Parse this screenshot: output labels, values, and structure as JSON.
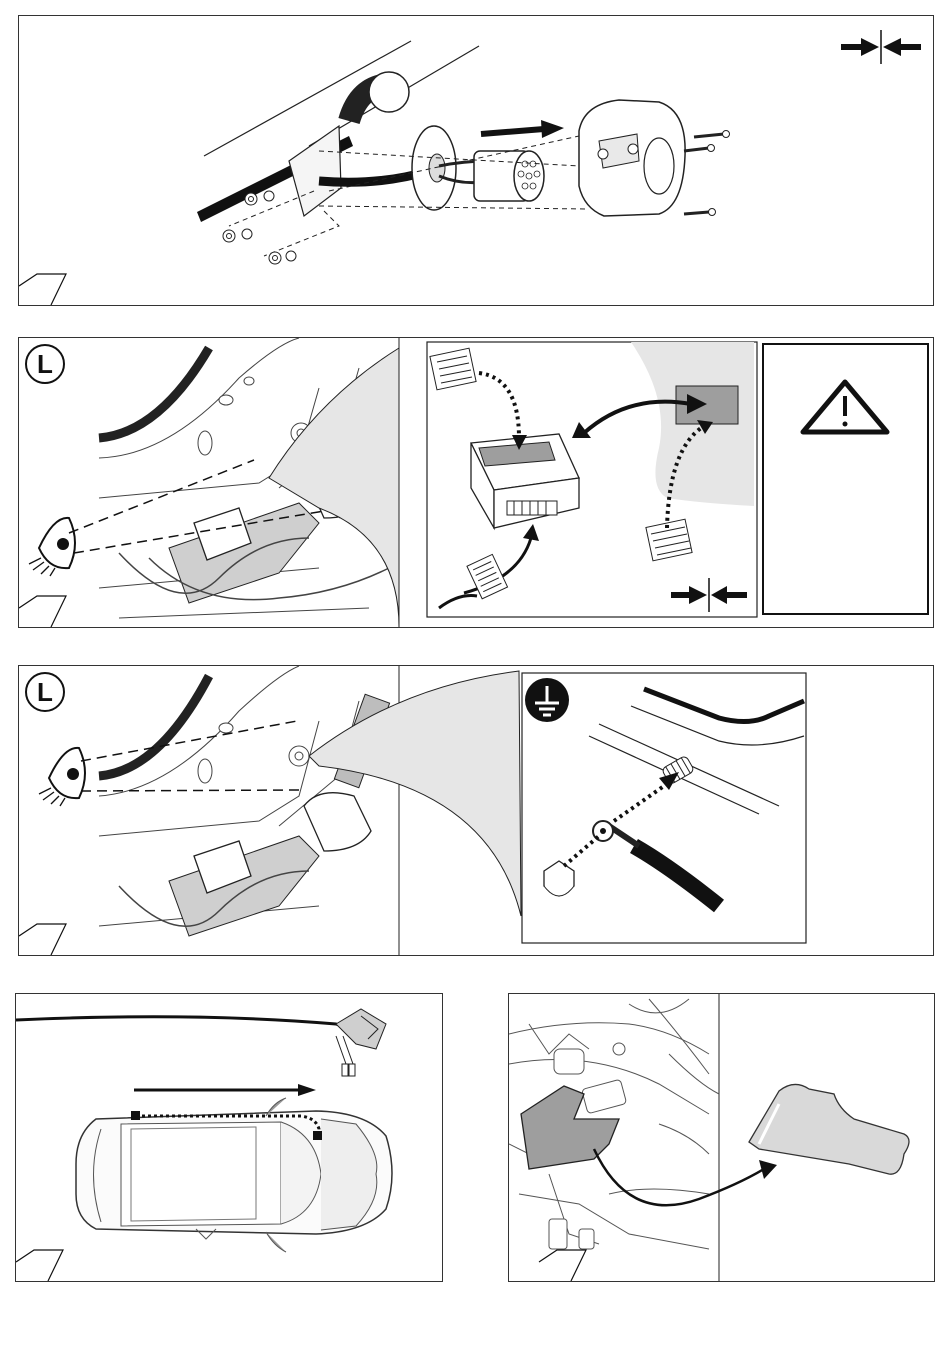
{
  "steps": [
    {
      "id": 1,
      "badge": "",
      "description_icon": "torque-tighten-icon"
    },
    {
      "id": 2,
      "badge": "L",
      "description_icon": "warning-icon"
    },
    {
      "id": 3,
      "badge": "L",
      "description_icon": "ground-symbol-icon"
    },
    {
      "id": 4,
      "badge": "",
      "description_icon": "arrow-right-icon"
    },
    {
      "id": 5,
      "badge": "",
      "description_icon": "arrow-curved-icon"
    }
  ],
  "colors": {
    "line": "#1a1a1a",
    "grey_fill": "#bdbdbd",
    "light_grey": "#e6e6e6",
    "mid_grey": "#9e9e9e"
  }
}
